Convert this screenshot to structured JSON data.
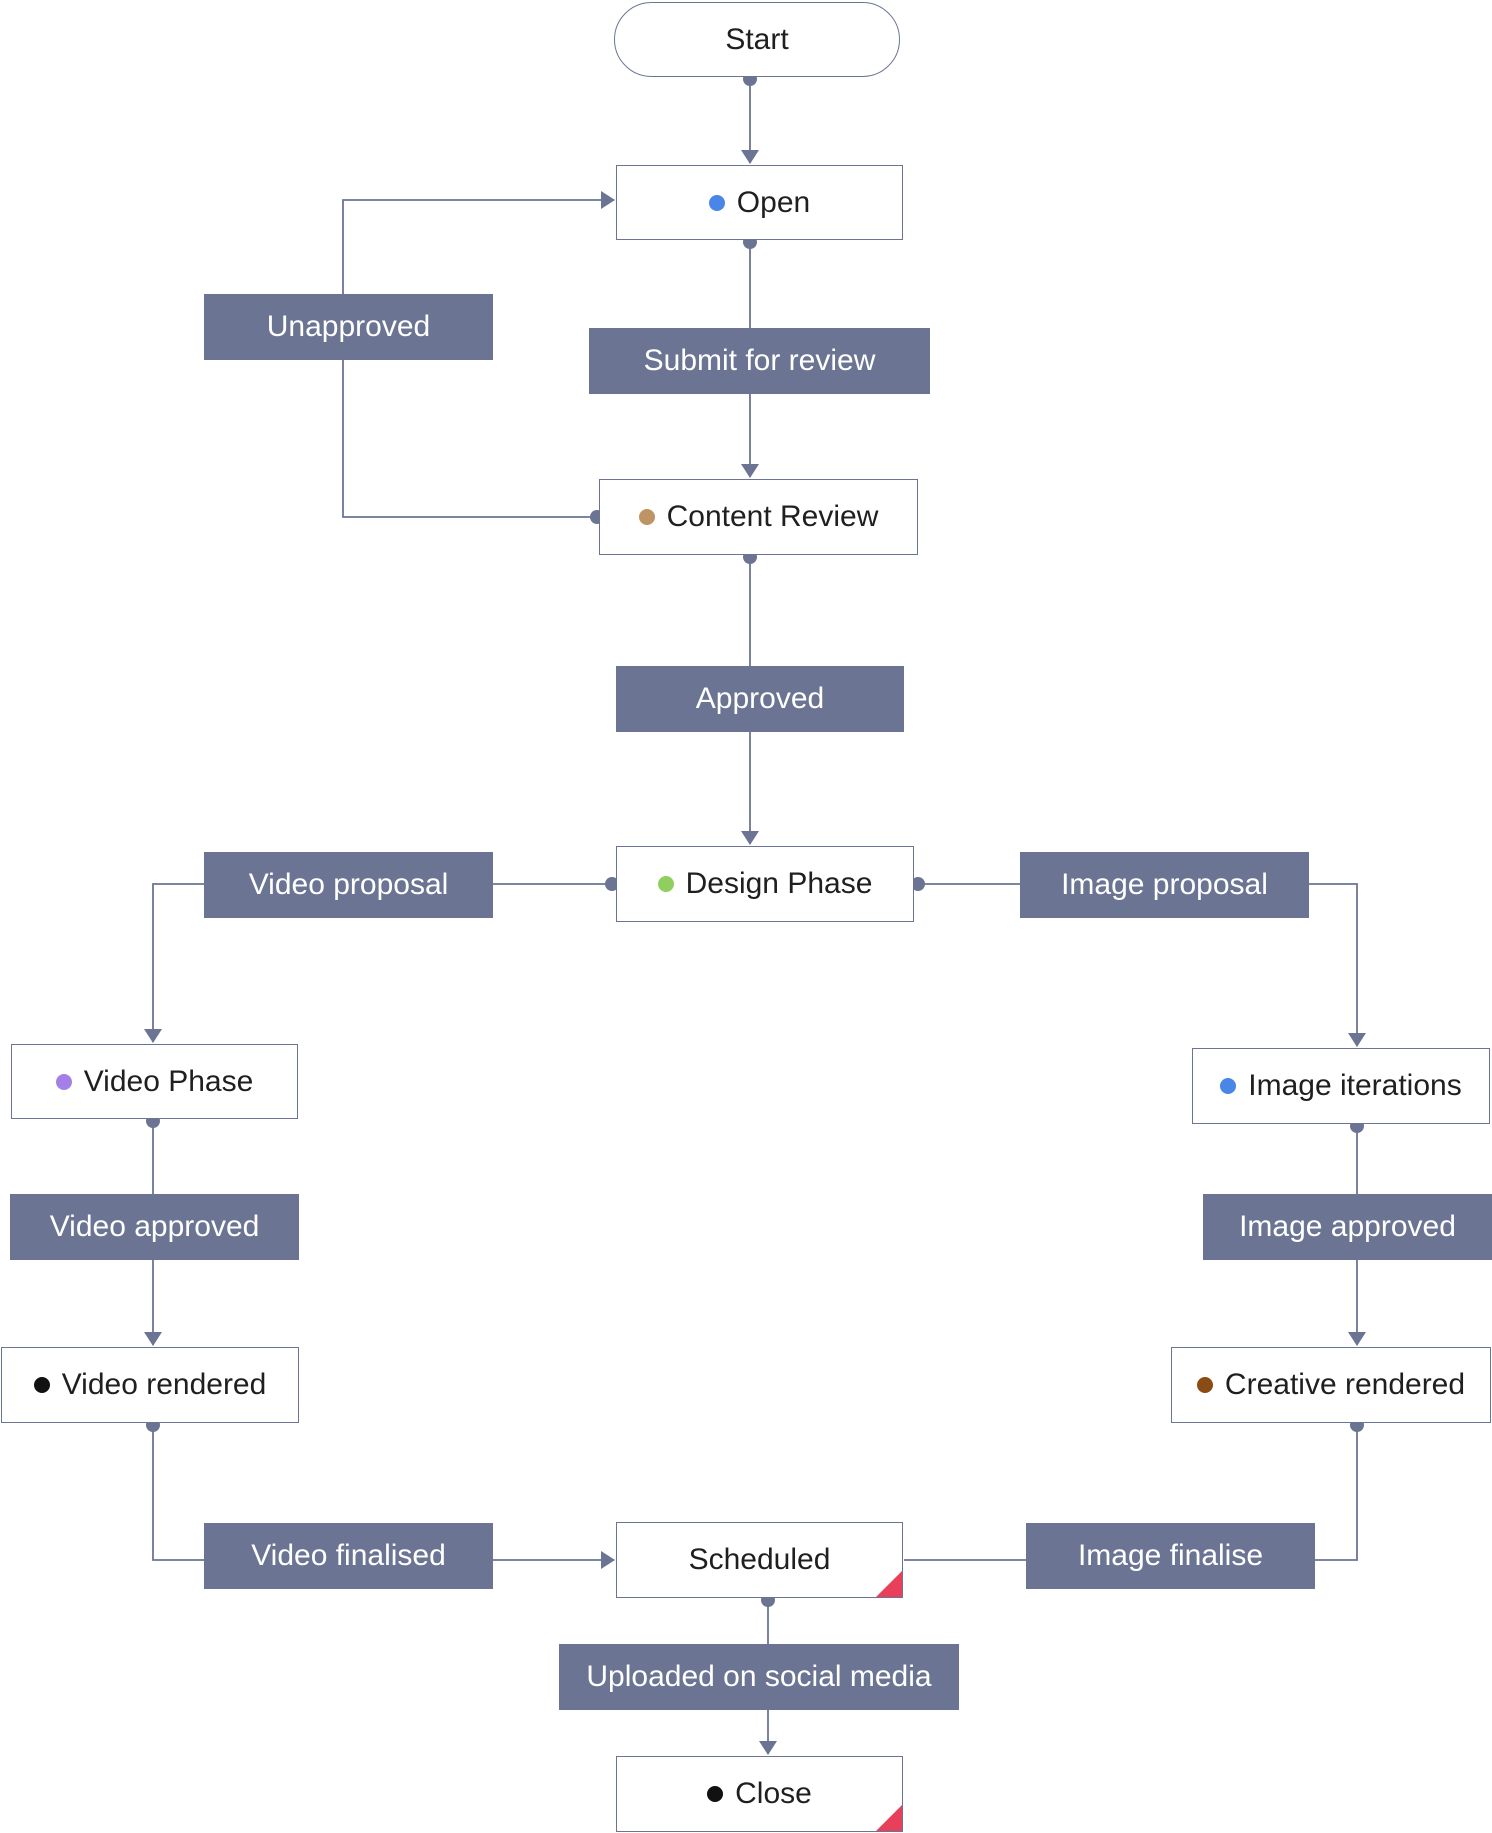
{
  "colors": {
    "line": "#6b7593",
    "label_bg": "#6b7593",
    "corner_flag": "#e8405a"
  },
  "nodes": {
    "start": {
      "label": "Start"
    },
    "open": {
      "label": "Open",
      "dot": "#4a86e8"
    },
    "content_review": {
      "label": "Content Review",
      "dot": "#bf9464"
    },
    "design_phase": {
      "label": "Design Phase",
      "dot": "#8fcf5f"
    },
    "video_phase": {
      "label": "Video Phase",
      "dot": "#a57fe8"
    },
    "image_iterations": {
      "label": "Image iterations",
      "dot": "#4a86e8"
    },
    "video_rendered": {
      "label": "Video rendered",
      "dot": "#111111"
    },
    "creative_rendered": {
      "label": "Creative rendered",
      "dot": "#8a4b14"
    },
    "scheduled": {
      "label": "Scheduled"
    },
    "close": {
      "label": "Close",
      "dot": "#111111"
    }
  },
  "transitions": {
    "unapproved": "Unapproved",
    "submit_for_review": "Submit for review",
    "approved": "Approved",
    "video_proposal": "Video proposal",
    "image_proposal": "Image proposal",
    "video_approved": "Video approved",
    "image_approved": "Image approved",
    "video_finalised": "Video finalised",
    "image_finalise": "Image finalise",
    "uploaded_on_social_media": "Uploaded on social media"
  }
}
